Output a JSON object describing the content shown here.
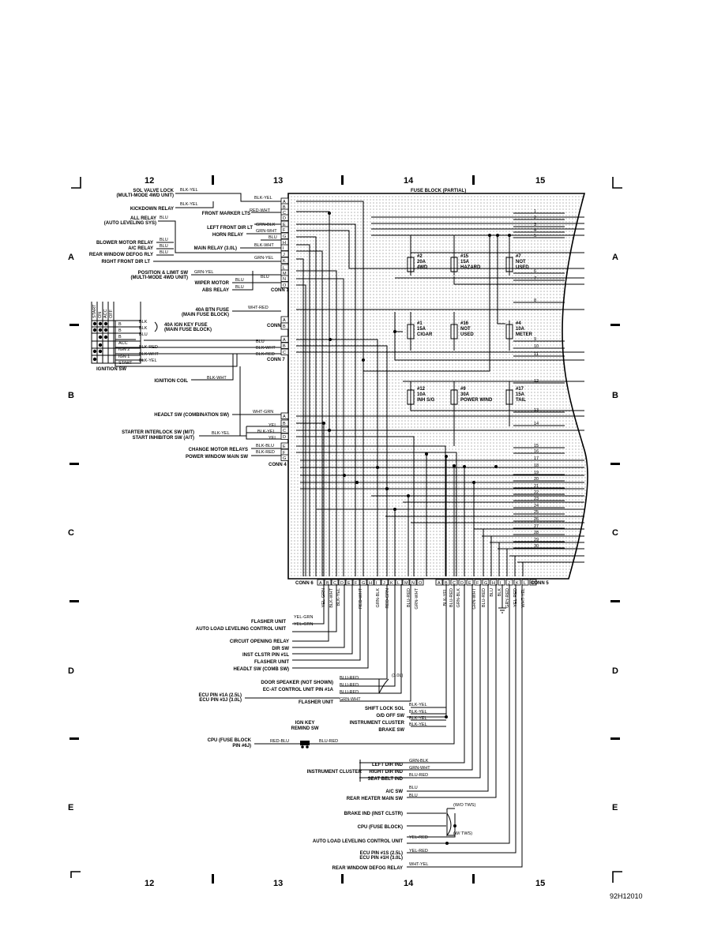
{
  "grid": {
    "columns": [
      "12",
      "13",
      "14",
      "15"
    ],
    "rows": [
      "A",
      "B",
      "C",
      "D",
      "E"
    ]
  },
  "drawing_id": "92H12010",
  "fuse_block": {
    "title": "FUSE BLOCK (PARTIAL)",
    "fuses": [
      {
        "num": "#2",
        "amp": "20A",
        "use": "4WD"
      },
      {
        "num": "#15",
        "amp": "15A",
        "use": "HAZARD"
      },
      {
        "num": "#7",
        "amp": "NOT",
        "use": "USED"
      },
      {
        "num": "#1",
        "amp": "15A",
        "use": "CIGAR"
      },
      {
        "num": "#16",
        "amp": "NOT",
        "use": "USED"
      },
      {
        "num": "#4",
        "amp": "10A",
        "use": "METER"
      },
      {
        "num": "#12",
        "amp": "10A",
        "use": "INH S/G"
      },
      {
        "num": "#9",
        "amp": "30A",
        "use": "POWER WIND"
      },
      {
        "num": "#17",
        "amp": "15A",
        "use": "TAIL"
      }
    ],
    "bus_numbers": [
      "1",
      "2",
      "3",
      "4",
      "5",
      "6",
      "7",
      "8",
      "9",
      "10",
      "11",
      "12",
      "13",
      "14",
      "15",
      "16",
      "17",
      "18",
      "19",
      "20",
      "21",
      "22",
      "23",
      "24",
      "25",
      "26",
      "27",
      "28",
      "29",
      "30"
    ]
  },
  "connectors": {
    "conn1": {
      "label": "CONN 1",
      "pins": [
        "A",
        "B",
        "C",
        "D",
        "E",
        "F",
        "G",
        "H",
        "I",
        "J",
        "K",
        "L",
        "M",
        "N",
        "O"
      ]
    },
    "conn3": {
      "label": "CONN 3"
    },
    "conn7": {
      "label": "CONN 7",
      "pins": [
        "A",
        "B",
        "C"
      ]
    },
    "conn4": {
      "label": "CONN 4",
      "pins": [
        "A",
        "B",
        "C",
        "D",
        "E",
        "F",
        "G"
      ]
    },
    "conn6": {
      "label": "CONN 6",
      "pins": [
        "A",
        "B",
        "C",
        "D",
        "E",
        "F",
        "G",
        "H",
        "I",
        "J",
        "K",
        "L",
        "M",
        "N",
        "O"
      ]
    },
    "conn5": {
      "label": "CONN 5",
      "pins": [
        "A",
        "B",
        "C",
        "D",
        "E",
        "F",
        "G",
        "H",
        "I",
        "J",
        "K",
        "L",
        "M"
      ]
    }
  },
  "left_top": [
    {
      "label": "SOL VALVE LOCK",
      "sub": "(MULTI-MODE 4WD UNIT)",
      "wire": "BLK-YEL"
    },
    {
      "label": "KICKDOWN RELAY",
      "wire": "BLK-YEL"
    },
    {
      "label": "ALL RELAY",
      "sub": "(AUTO LEVELING SYS)",
      "wire": "BLU"
    },
    {
      "label": "BLOWER MOTOR RELAY",
      "wire": "BLU"
    },
    {
      "label": "A/C RELAY",
      "wire": "BLU"
    },
    {
      "label": "REAR WINDOW DEFOG RLY",
      "wire": "BLU"
    },
    {
      "label": "RIGHT FRONT DIR LT"
    }
  ],
  "conn1_side": [
    {
      "label": "",
      "wire": "BLK-YEL"
    },
    {
      "label": "FRONT MARKER LTS",
      "wire": "RED-WHT"
    },
    {
      "label": "LEFT FRONT DIR LT",
      "wire": "GRN-BLK"
    },
    {
      "label": "HORN RELAY",
      "wire": "GRN-WHT"
    },
    {
      "label": "",
      "wire": "BLU"
    },
    {
      "label": "MAIN RELAY (3.0L)",
      "wire": "BLK-WHT"
    },
    {
      "label": "",
      "wire": "GRN-YEL"
    }
  ],
  "position_sw": {
    "label": "POSITION & LIMIT SW",
    "sub": "(MULTI-MODE 4WD UNIT)",
    "wire": "GRN-YEL"
  },
  "wiper_motor": {
    "label": "WIPER MOTOR",
    "wire": "BLU"
  },
  "abs_relay": {
    "label": "ABS RELAY",
    "wire": "BLU"
  },
  "btn_fuse": {
    "label": "40A BTN FUSE",
    "sub": "(MAIN FUSE BLOCK)",
    "wire": "WHT-RED"
  },
  "ign_key_fuse": {
    "label": "40A IGN KEY FUSE",
    "sub": "(MAIN FUSE BLOCK)"
  },
  "ignition_sw": {
    "title": "IGNITION SW",
    "headers": [
      "START",
      "ON",
      "ACC",
      "OFF"
    ],
    "rows": [
      {
        "pin": "B",
        "wire": "BLK"
      },
      {
        "pin": "B",
        "wire": "BLK"
      },
      {
        "pin": "B",
        "wire": "BLU"
      },
      {
        "pin": "ACC",
        "wire": ""
      },
      {
        "pin": "IGN 2",
        "wire": "BLK-RED"
      },
      {
        "pin": "IGN 1",
        "wire": "BLK-WHT"
      },
      {
        "pin": "START",
        "wire": "BLK-YEL"
      }
    ]
  },
  "conn7_wires": [
    "BLU",
    "BLK-WHT",
    "BLK-RED"
  ],
  "ignition_coil": {
    "label": "IGNITION COIL",
    "wire": "BLK-WHT"
  },
  "headlt_sw": {
    "label": "HEADLT SW (COMBINATION SW)",
    "wire": "WHT-GRN"
  },
  "starter_sw": {
    "label": "STARTER INTERLOCK SW (M/T)",
    "label2": "START INHIBITOR SW (A/T)",
    "wire": "BLK-YEL"
  },
  "conn4_wires": [
    "YEL",
    "BLK-YEL",
    "YEL",
    "BLK-BLU",
    "BLK-RED"
  ],
  "change_motor": {
    "label": "CHANGE MOTOR RELAYS"
  },
  "power_window": {
    "label": "POWER WINDOW MAIN SW"
  },
  "conn6_wires": [
    "YEL-GRN",
    "BLK-WHT",
    "BLK-YEL",
    "RED-WHT",
    "GRN-BLK",
    "RED-GRN",
    "BLU-RED",
    "GRN-WHT"
  ],
  "conn5_wires": [
    "BLK-YEL",
    "BLU-RED",
    "GRN-BLK",
    "GRN-WHT",
    "BLU-RED",
    "BLU",
    "BLK",
    "GRY-RED",
    "YEL-RED",
    "WHT-YEL"
  ],
  "bottom_left": [
    {
      "label": "FLASHER UNIT",
      "wire": "YEL-GRN"
    },
    {
      "label": "AUTO LOAD LEVELING CONTROL UNIT",
      "wire": "YEL-GRN"
    },
    {
      "label": "CIRCUIT OPENING RELAY"
    },
    {
      "label": "DIR SW"
    },
    {
      "label": "INST CLSTR PIN #1L"
    },
    {
      "label": "FLASHER UNIT"
    },
    {
      "label": "HEADLT SW (COMB SW)"
    },
    {
      "label": "DOOR SPEAKER (NOT SHOWN)",
      "wire": "BLU-RED"
    },
    {
      "label": "EC-AT CONTROL UNIT PIN #1A",
      "wire": "BLU-RED"
    },
    {
      "label": "ECU PIN #1A (2.5L)",
      "label2": "ECU PIN #3J (3.0L)",
      "wire": "BLU-RED"
    },
    {
      "label": "FLASHER UNIT",
      "wire": "GRN-WHT"
    }
  ],
  "note_30l": "(3.0L)",
  "right_group1": [
    {
      "label": "SHIFT LOCK SOL",
      "wire": "BLK-YEL"
    },
    {
      "label": "O/D OFF SW",
      "wire": "BLK-YEL"
    },
    {
      "label": "INSTRUMENT CLUSTER",
      "wire": "BLK-YEL"
    },
    {
      "label": "BRAKE SW",
      "wire": "BLK-YEL"
    }
  ],
  "ign_key_remind": {
    "label": "IGN KEY",
    "label2": "REMIND SW"
  },
  "cpu_fuse": {
    "label": "CPU (FUSE BLOCK",
    "label2": "PIN #6J)",
    "wire1": "RED-BLU",
    "wire2": "BLU-RED"
  },
  "inst_cluster": {
    "label": "INSTRUMENT CLUSTER",
    "items": [
      {
        "label": "LEFT DIR IND",
        "wire": "GRN-BLK"
      },
      {
        "label": "RIGHT DIR IND",
        "wire": "GRN-WHT"
      },
      {
        "label": "SEAT BELT IND",
        "wire": "BLU-RED"
      }
    ]
  },
  "bottom_right": [
    {
      "label": "A/C SW",
      "wire": "BLU"
    },
    {
      "label": "REAR HEATER MAIN SW",
      "wire": "BLU"
    },
    {
      "label": "BRAKE IND (INST CLSTR)"
    },
    {
      "label": "CPU (FUSE BLOCK)"
    },
    {
      "label": "AUTO LOAD LEVELING CONTROL UNIT",
      "wire": "YEL-RED"
    },
    {
      "label": "ECU PIN #1S (2.5L)",
      "label2": "ECU PIN #1H (3.0L)",
      "wire": "YEL-RED"
    },
    {
      "label": "REAR WINDOW DEFOG RELAY",
      "wire": "WHT-YEL"
    }
  ],
  "tws_notes": [
    "(W/O TWS)",
    "(W/ TWS)"
  ]
}
